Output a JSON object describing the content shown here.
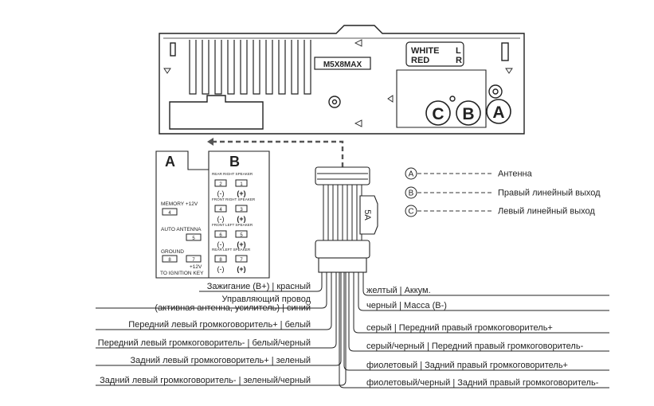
{
  "device": {
    "model": "M5X8MAX",
    "out_white": "WHITE",
    "out_red": "RED",
    "out_l": "L",
    "out_r": "R",
    "port_a": "A",
    "port_b": "B",
    "port_c": "C"
  },
  "connector_a": {
    "letter": "A",
    "memory": "MEMORY +12V",
    "memory_pin": "4",
    "antenna": "AUTO ANTENNA",
    "antenna_pin": "5",
    "ground": "GROUND",
    "ground_pin": "8",
    "ign_v": "+12V",
    "ign_pin": "7",
    "ign": "TO IGNITION KEY"
  },
  "connector_b": {
    "letter": "B",
    "rows": [
      {
        "title": "REAR RIGHT SPEAKER",
        "pin_l": "2",
        "pin_r": "1",
        "sign_l": "(-)",
        "sign_r": "(+)"
      },
      {
        "title": "FRONT RIGHT SPEAKER",
        "pin_l": "4",
        "pin_r": "3",
        "sign_l": "(-)",
        "sign_r": "(+)"
      },
      {
        "title": "FRONT LEFT SPEAKER",
        "pin_l": "6",
        "pin_r": "5",
        "sign_l": "(-)",
        "sign_r": "(+)"
      },
      {
        "title": "REAR LEFT SPEAKER",
        "pin_l": "8",
        "pin_r": "7",
        "sign_l": "(-)",
        "sign_r": "(+)"
      }
    ]
  },
  "fuse": "5A",
  "legend": [
    {
      "key": "A",
      "text": "Антенна"
    },
    {
      "key": "B",
      "text": "Правый линейный выход"
    },
    {
      "key": "C",
      "text": "Левый линейный выход"
    }
  ],
  "left_wires": [
    {
      "text": "Зажигание (В+) | красный"
    },
    {
      "line1": "Управляющий провод",
      "line2": "(активная антенна, усилитель) | синий"
    },
    {
      "text": "Передний левый громкоговоритель+ | белый"
    },
    {
      "text": "Передний левый громкоговоритель- | белый/черный"
    },
    {
      "text": "Задний левый громкоговоритель+ | зеленый"
    },
    {
      "text": "Задний левый громкоговоритель- | зеленый/черный"
    }
  ],
  "right_wires": [
    {
      "text": "желтый | Аккум."
    },
    {
      "text": "черный | Масса (В-)"
    },
    {
      "text": "серый | Передний правый громкоговоритель+"
    },
    {
      "text": "серый/черный | Передний правый громкоговоритель-"
    },
    {
      "text": "фиолетовый | Задний правый громкоговоритель+"
    },
    {
      "text": "фиолетовый/черный | Задний правый громкоговоритель-"
    }
  ]
}
